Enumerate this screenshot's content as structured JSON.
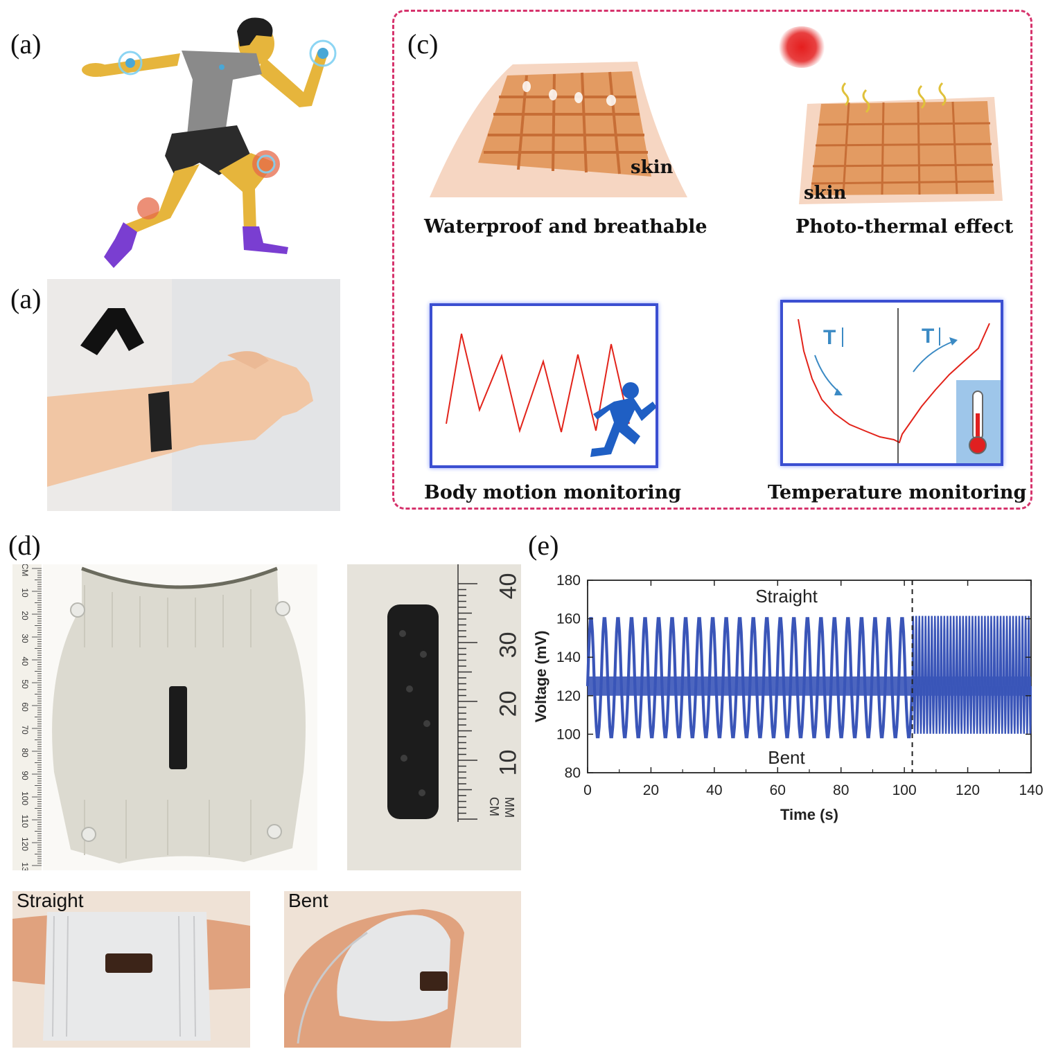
{
  "panel_labels": {
    "a_top": "(a)",
    "a_bottom": "(a)",
    "c": "(c)",
    "d": "(d)",
    "e": "(e)"
  },
  "panel_c": {
    "skin_label": "skin",
    "captions": {
      "waterproof": "Waterproof and breathable",
      "photothermal": "Photo-thermal effect",
      "motion": "Body motion monitoring",
      "temperature": "Temperature monitoring"
    },
    "temp_left": "T",
    "temp_right": "T",
    "colors": {
      "frame": "#d6336c",
      "signal": "#e2231a",
      "box_border": "#3b4fd1",
      "runner": "#1f5fc4"
    }
  },
  "panel_d": {
    "ruler_cm_label": "CM",
    "ruler_mm_label": "MM",
    "ruler_left_ticks": [
      "CM",
      "10",
      "20",
      "30",
      "40",
      "50",
      "60",
      "70",
      "80",
      "90",
      "100",
      "110",
      "120",
      "13"
    ],
    "ruler_right_ticks": [
      "40",
      "30",
      "20",
      "10"
    ],
    "straight_label": "Straight",
    "bent_label": "Bent"
  },
  "chart_data": {
    "type": "line",
    "xlabel": "Time (s)",
    "ylabel": "Voltage (mV)",
    "xlim": [
      0,
      140
    ],
    "ylim": [
      80,
      180
    ],
    "xticks": [
      "0",
      "20",
      "40",
      "60",
      "80",
      "100",
      "120",
      "140"
    ],
    "yticks": [
      "80",
      "100",
      "120",
      "140",
      "160",
      "180"
    ],
    "annotations": {
      "straight": "Straight",
      "bent": "Bent"
    },
    "divider_x": 102.5,
    "series": [
      {
        "color": "#3a55b8",
        "segments": [
          {
            "x_start": 0,
            "x_end": 102.5,
            "cycles": 24,
            "high": 161,
            "low": 98,
            "baseline": 125
          },
          {
            "x_start": 102.5,
            "x_end": 140,
            "cycles": 38,
            "high": 162,
            "low": 100,
            "baseline": 125
          }
        ]
      }
    ]
  }
}
